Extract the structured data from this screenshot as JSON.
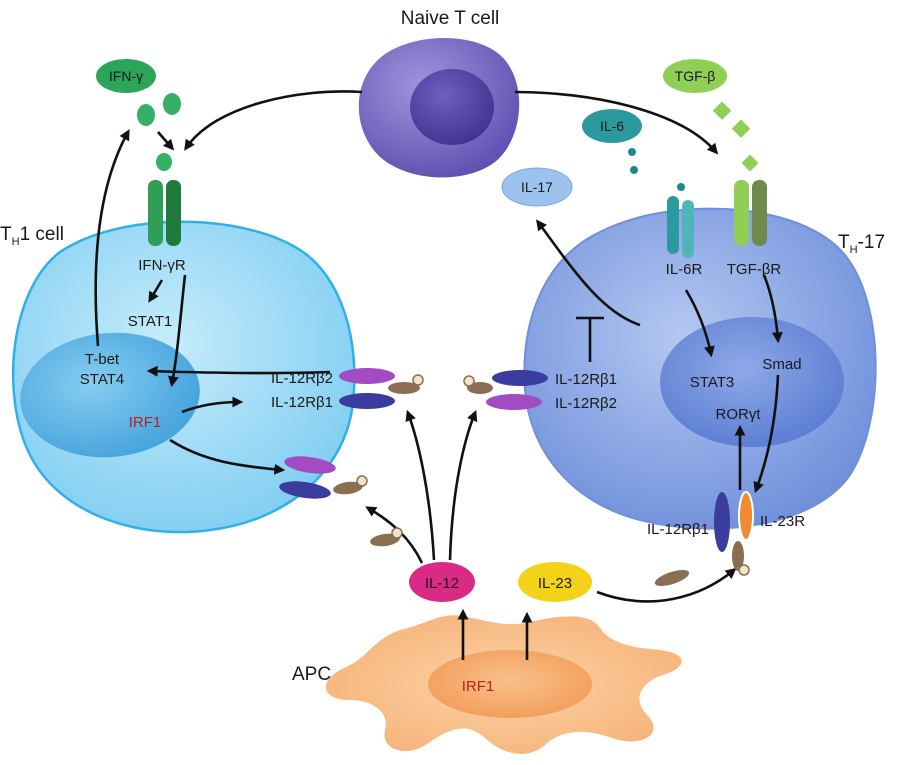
{
  "cells": {
    "naive": "Naive T cell",
    "th1_main": "T",
    "th1_sub": "H",
    "th1_rest": "1 cell",
    "th17_main": "T",
    "th17_sub": "H",
    "th17_rest": "-17",
    "apc": "APC"
  },
  "cytokines": {
    "ifng": "IFN-γ",
    "tgfb": "TGF-β",
    "il6": "IL-6",
    "il17": "IL-17",
    "il12": "IL-12",
    "il23": "IL-23"
  },
  "receptors": {
    "ifngr": "IFN-γR",
    "il6r": "IL-6R",
    "tgfbr": "TGF-βR",
    "il12rb2_left": "IL-12Rβ2",
    "il12rb1_left": "IL-12Rβ1",
    "il12rb1_right": "IL-12Rβ1",
    "il12rb2_right": "IL-12Rβ2",
    "il12rb1_bottom": "IL-12Rβ1",
    "il23r": "IL-23R"
  },
  "factors": {
    "stat1": "STAT1",
    "tbet": "T-bet",
    "stat4": "STAT4",
    "irf1_th1": "IRF1",
    "stat3": "STAT3",
    "smad": "Smad",
    "rorgt": "RORγt",
    "irf1_apc": "IRF1"
  },
  "colors": {
    "th1_cell": "#9fdcf5",
    "th1_nucleus": "#5ab4e6",
    "th17_cell": "#8aaae6",
    "th17_nucleus": "#6a8fd8",
    "naive_cell": "#7b6cc4",
    "apc": "#f9c28e",
    "ifng": "#2aa55a",
    "tgfb": "#8fcf55",
    "il6": "#2a9a9e",
    "il17": "#9cc3ee",
    "il12": "#d92a86",
    "il23": "#f3d21a",
    "irf1_text": "#b3231f"
  }
}
